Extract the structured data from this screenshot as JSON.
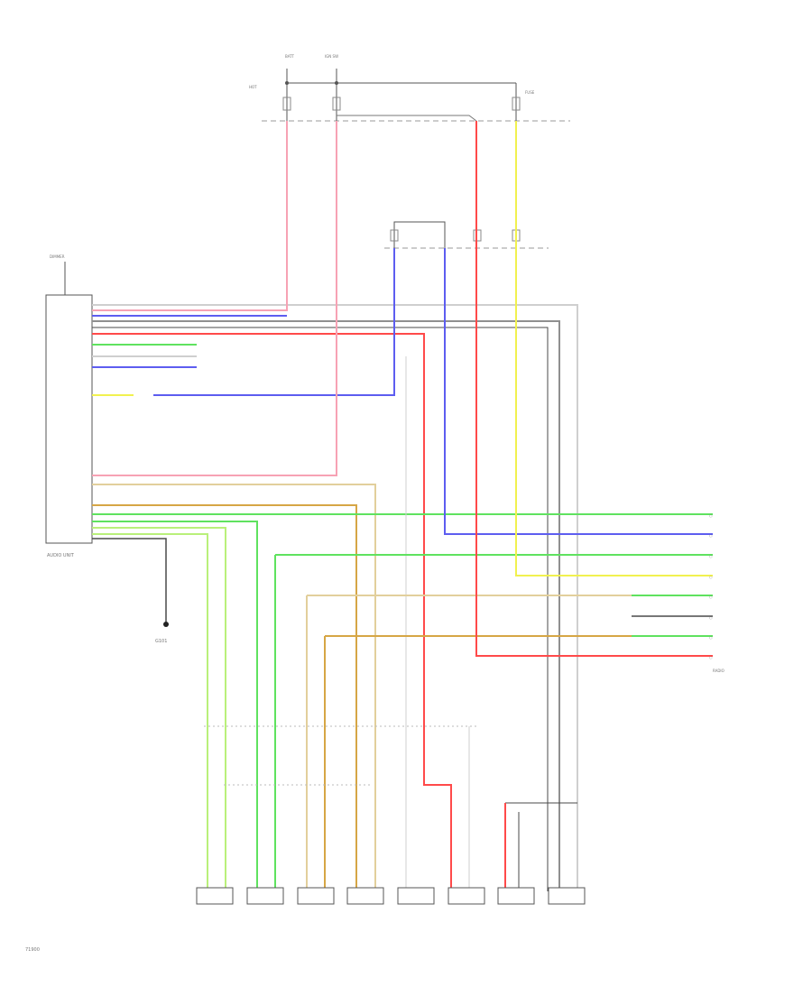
{
  "diagram": {
    "note": "Wiring diagram. Text in the original is too small to read; labels below are the few legible fragments.",
    "ground_label": "G101",
    "code_label": "71900",
    "unit_label": "AUDIO UNIT",
    "colors": {
      "red": "#ff4a4a",
      "pink": "#f7a2b4",
      "blue": "#5d5df0",
      "green": "#5fe25f",
      "yellow": "#f1f14f",
      "orange": "#d6a645",
      "tan": "#e2cf9c",
      "gray": "#8f8f8f",
      "lightgray": "#cfcfcf",
      "black": "#4a4a4a",
      "lime": "#b9f07a"
    }
  }
}
